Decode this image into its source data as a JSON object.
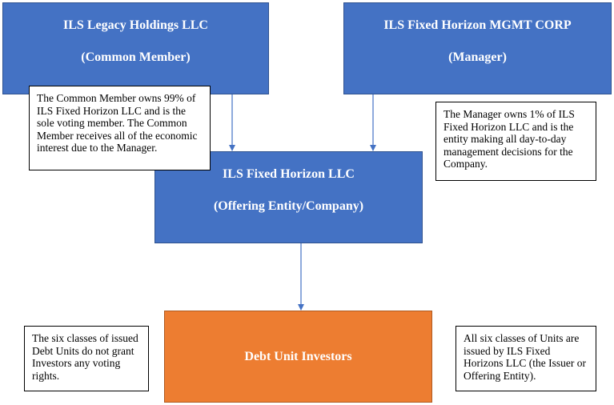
{
  "nodes": {
    "common_member": {
      "name": "ILS Legacy Holdings LLC",
      "role": "(Common Member)"
    },
    "manager": {
      "name": "ILS Fixed Horizon MGMT CORP",
      "role": "(Manager)"
    },
    "company": {
      "name": "ILS Fixed Horizon LLC",
      "role": "(Offering Entity/Company)"
    },
    "investors": {
      "name": "Debt Unit Investors"
    }
  },
  "notes": {
    "common_member_note": "The Common Member owns 99% of ILS Fixed Horizon LLC and is the sole voting member. The Common Member receives all of the economic interest due to the Manager.",
    "manager_note": "The Manager owns 1% of ILS Fixed Horizon LLC and is the entity making all day-to-day management decisions for the Company.",
    "voting_note": "The six classes of issued Debt Units do not grant Investors any voting rights.",
    "issuer_note": "All six classes of Units are issued by ILS Fixed Horizons LLC (the Issuer or Offering Entity)."
  },
  "colors": {
    "entity_fill": "#4472c4",
    "investor_fill": "#ed7d31",
    "arrow": "#4472c4"
  }
}
